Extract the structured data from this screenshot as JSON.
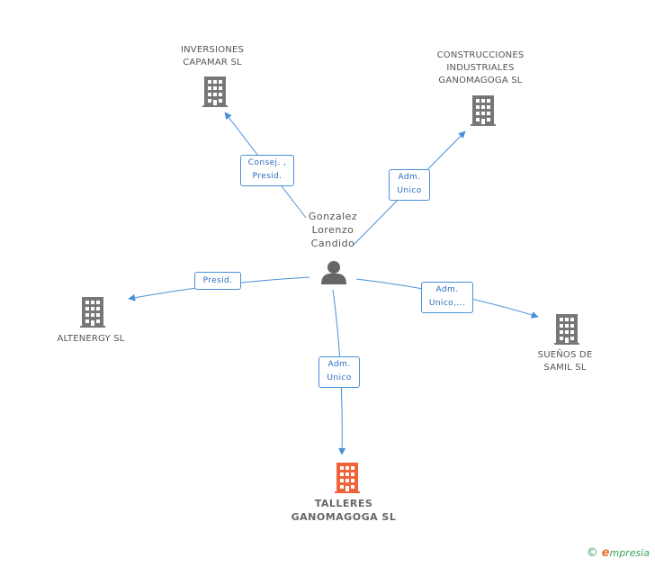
{
  "colors": {
    "edge": "#4a90d9",
    "company_icon": "#777777",
    "main_company_icon": "#f0643a",
    "person_icon": "#666666",
    "brand_green": "#3aa35a",
    "brand_orange": "#e8742a"
  },
  "center": {
    "name": "Gonzalez\nLorenzo\nCandido",
    "icon": "person-icon"
  },
  "companies": [
    {
      "id": "inversiones",
      "name": "INVERSIONES\nCAPAMAR SL",
      "icon": "building-icon"
    },
    {
      "id": "construcciones",
      "name": "CONSTRUCCIONES\nINDUSTRIALES\nGANOMAGOGA SL",
      "icon": "building-icon"
    },
    {
      "id": "altenergy",
      "name": "ALTENERGY SL",
      "icon": "building-icon"
    },
    {
      "id": "suenos",
      "name": "SUEÑOS DE\nSAMIL SL",
      "icon": "building-icon"
    },
    {
      "id": "talleres",
      "name": "TALLERES\nGANOMAGOGA SL",
      "icon": "building-icon",
      "main": true
    }
  ],
  "edges": [
    {
      "to": "inversiones",
      "label": "Consej. ,\nPresid."
    },
    {
      "to": "construcciones",
      "label": "Adm.\nUnico"
    },
    {
      "to": "altenergy",
      "label": "Presid."
    },
    {
      "to": "suenos",
      "label": "Adm.\nUnico,..."
    },
    {
      "to": "talleres",
      "label": "Adm.\nUnico"
    }
  ],
  "brand": {
    "copyright": "©",
    "first_letter": "e",
    "rest": "mpresia"
  }
}
